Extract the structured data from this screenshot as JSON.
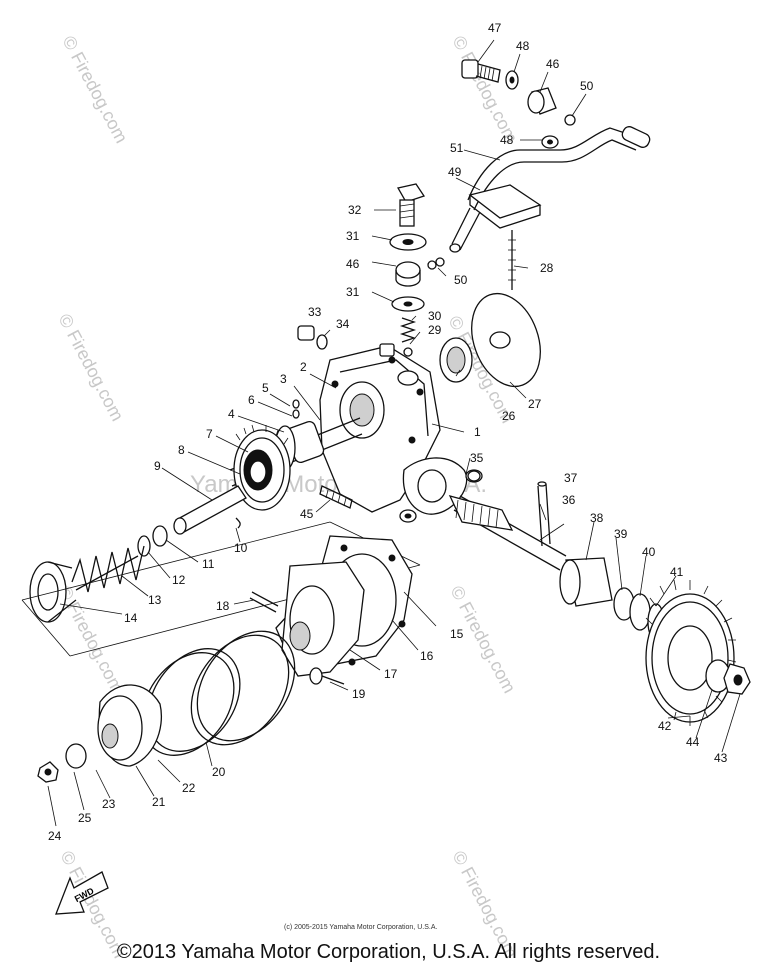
{
  "watermark": {
    "text": "© Firedog.com",
    "center_text": "Yamaha Motor Corp. U.S.A."
  },
  "direction_arrow": "FWD",
  "callouts": [
    "1",
    "2",
    "3",
    "4",
    "5",
    "6",
    "7",
    "8",
    "9",
    "10",
    "11",
    "12",
    "13",
    "14",
    "15",
    "16",
    "17",
    "18",
    "19",
    "20",
    "21",
    "22",
    "23",
    "24",
    "25",
    "26",
    "27",
    "28",
    "29",
    "30",
    "31",
    "31",
    "32",
    "33",
    "34",
    "35",
    "36",
    "37",
    "38",
    "39",
    "40",
    "41",
    "42",
    "43",
    "44",
    "45",
    "46",
    "46",
    "47",
    "48",
    "48",
    "49",
    "50",
    "50",
    "51"
  ],
  "small_copyright": "(c) 2005-2015 Yamaha Motor Corporation, U.S.A.",
  "footer": "©2013 Yamaha Motor Corporation, U.S.A. All rights reserved."
}
